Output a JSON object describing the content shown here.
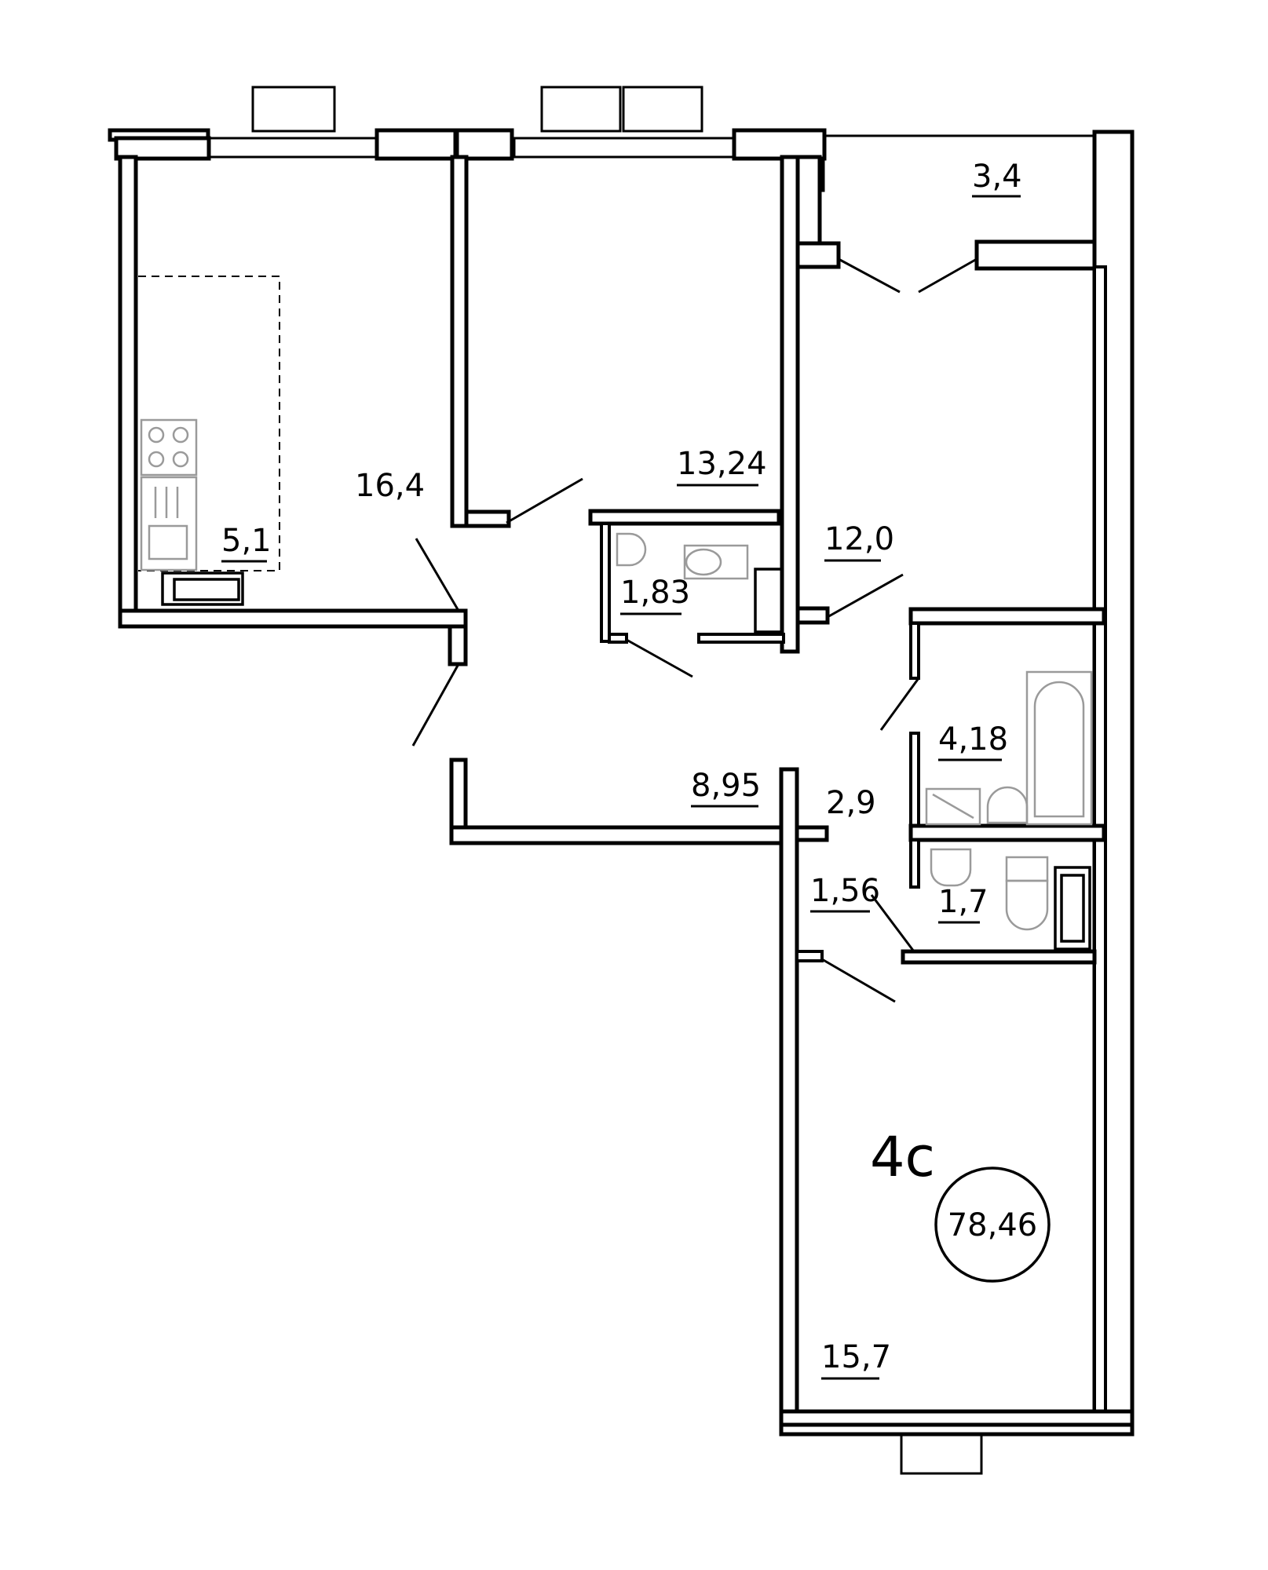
{
  "plan": {
    "unit_type": "4с",
    "total_area": "78,46",
    "rooms": [
      {
        "id": "kitchen",
        "area": "5,1"
      },
      {
        "id": "living-room",
        "area": "16,4"
      },
      {
        "id": "bedroom-center",
        "area": "13,24"
      },
      {
        "id": "wc-small",
        "area": "1,83"
      },
      {
        "id": "bedroom-right",
        "area": "12,0"
      },
      {
        "id": "balcony",
        "area": "3,4"
      },
      {
        "id": "bathroom",
        "area": "4,18"
      },
      {
        "id": "hall",
        "area": "8,95"
      },
      {
        "id": "corridor",
        "area": "2,9"
      },
      {
        "id": "closet",
        "area": "1,56"
      },
      {
        "id": "wc-right",
        "area": "1,7"
      },
      {
        "id": "bedroom-bottom",
        "area": "15,7"
      }
    ]
  }
}
